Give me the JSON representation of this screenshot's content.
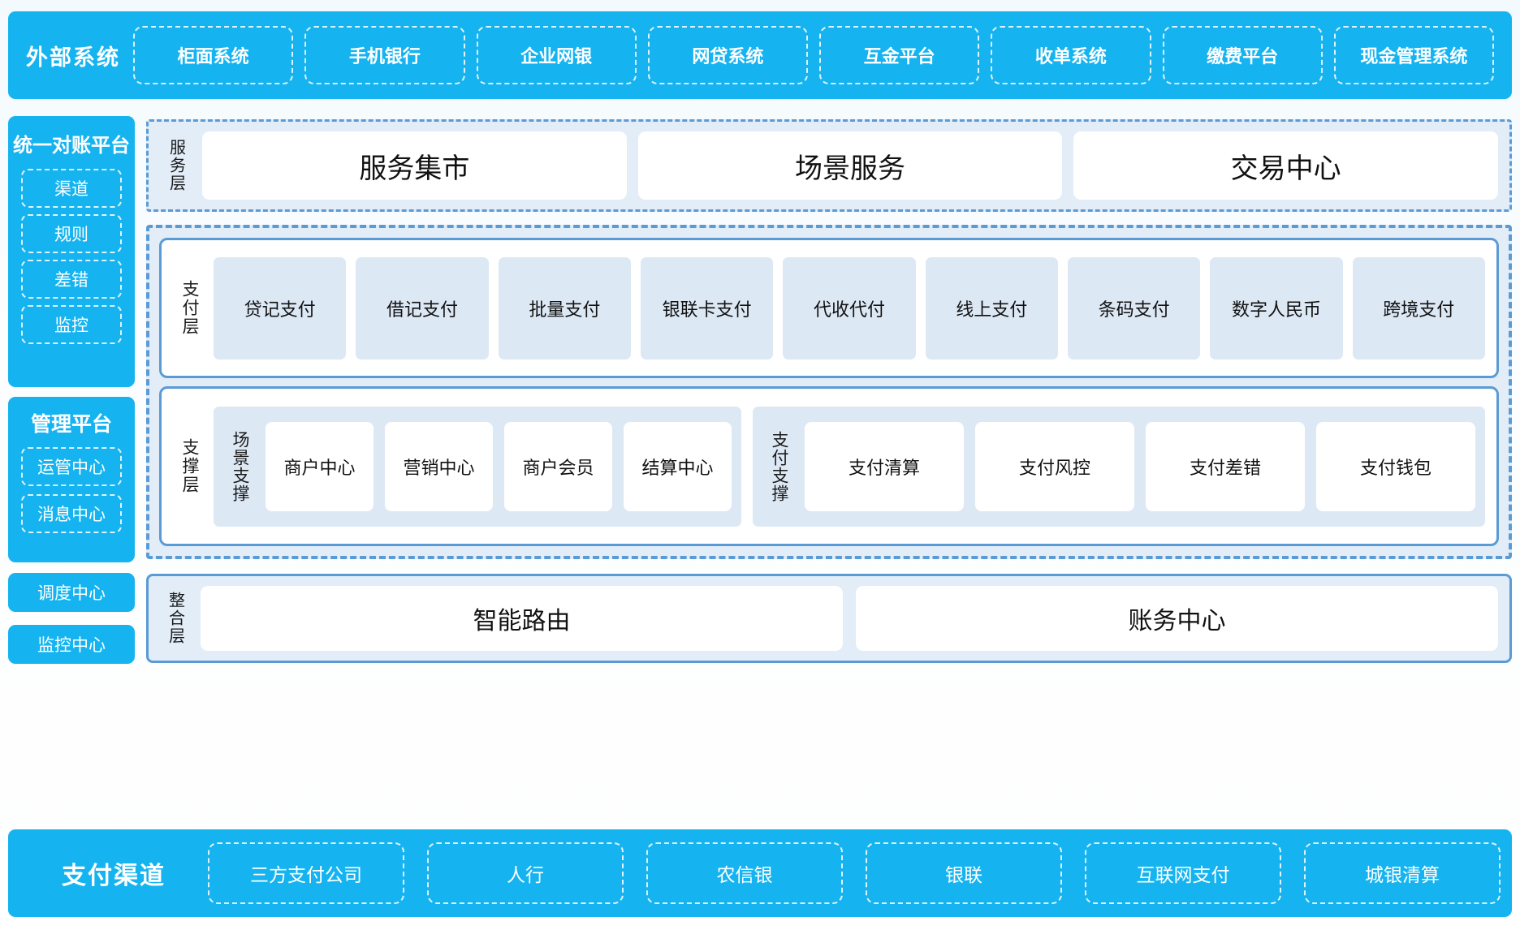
{
  "external": {
    "title": "外部系统",
    "items": [
      "柜面系统",
      "手机银行",
      "企业网银",
      "网贷系统",
      "互金平台",
      "收单系统",
      "缴费平台",
      "现金管理系统"
    ]
  },
  "sidebar": {
    "recon": {
      "title": "统一对账平台",
      "items": [
        "渠道",
        "规则",
        "差错",
        "监控"
      ]
    },
    "manage": {
      "title": "管理平台",
      "items": [
        "运管中心",
        "消息中心"
      ]
    },
    "scheduler": "调度中心",
    "monitor": "监控中心"
  },
  "service_layer": {
    "label": "服务层",
    "cards": [
      "服务集市",
      "场景服务",
      "交易中心"
    ]
  },
  "pay_layer": {
    "label": "支付层",
    "cells": [
      "贷记支付",
      "借记支付",
      "批量支付",
      "银联卡支付",
      "代收代付",
      "线上支付",
      "条码支付",
      "数字人民币",
      "跨境支付"
    ]
  },
  "support_layer": {
    "label": "支撑层",
    "groups": [
      {
        "label": "场景支撑",
        "cards": [
          "商户中心",
          "营销中心",
          "商户会员",
          "结算中心"
        ]
      },
      {
        "label": "支付支撑",
        "cards": [
          "支付清算",
          "支付风控",
          "支付差错",
          "支付钱包"
        ]
      }
    ]
  },
  "integration_layer": {
    "label": "整合层",
    "cards": [
      "智能路由",
      "账务中心"
    ]
  },
  "channels": {
    "title": "支付渠道",
    "items": [
      "三方支付公司",
      "人行",
      "农信银",
      "银联",
      "互联网支付",
      "城银清算"
    ]
  },
  "colors": {
    "brand_blue": "#15b4f0",
    "group_fill": "#e2edf8",
    "group_border": "#5b9bd5",
    "tile_fill": "#dde8f5"
  }
}
